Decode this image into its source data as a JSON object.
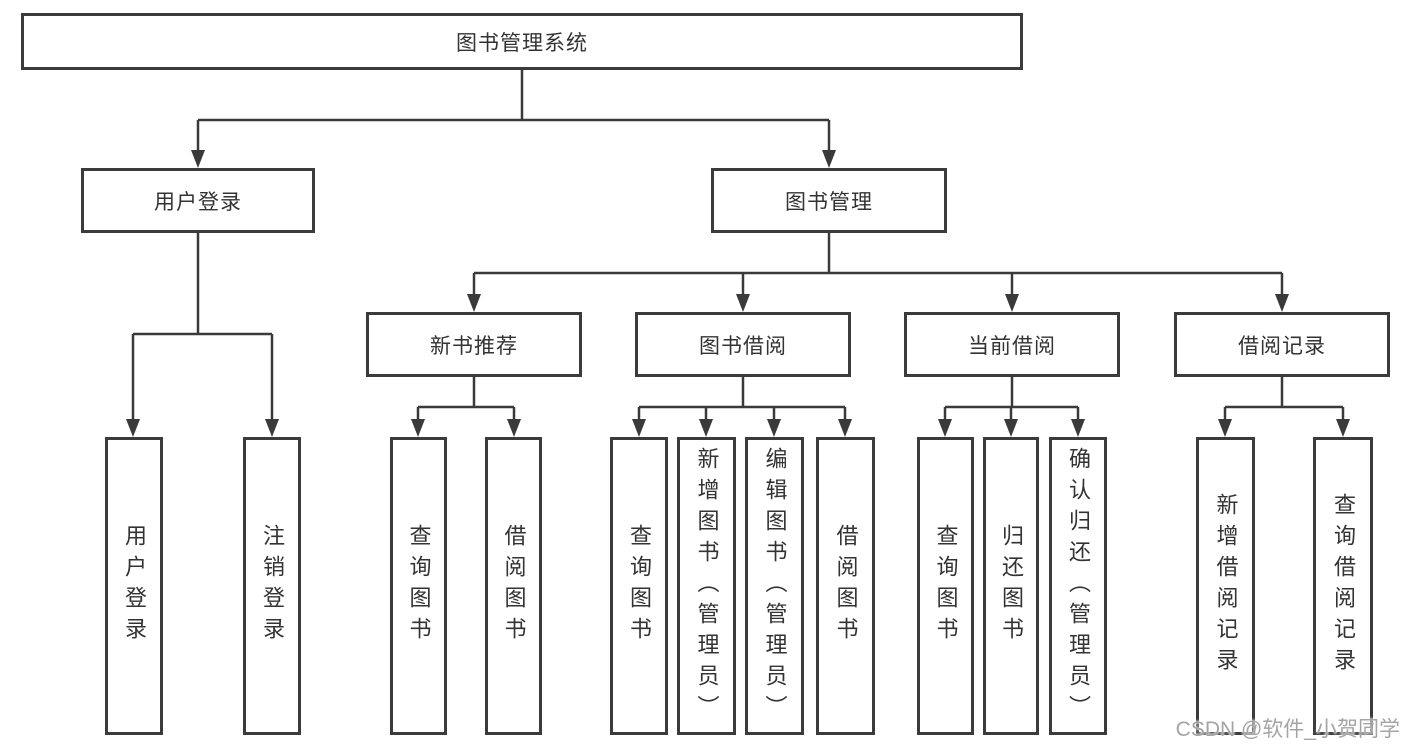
{
  "diagram_title": "图书管理系统",
  "nodes": {
    "root": {
      "label": "图书管理系统"
    },
    "user_login": {
      "label": "用户登录"
    },
    "book_management": {
      "label": "图书管理"
    },
    "new_book_recommend": {
      "label": "新书推荐"
    },
    "book_borrow": {
      "label": "图书借阅"
    },
    "current_borrow": {
      "label": "当前借阅"
    },
    "borrow_records": {
      "label": "借阅记录"
    },
    "leaf_user_login": {
      "label": "用户登录"
    },
    "leaf_logout": {
      "label": "注销登录"
    },
    "leaf_recommend_query_books": {
      "label": "查询图书"
    },
    "leaf_recommend_borrow_books": {
      "label": "借阅图书"
    },
    "leaf_borrow_query_books": {
      "label": "查询图书"
    },
    "leaf_borrow_add_books": {
      "label": "新增图书（管理员）"
    },
    "leaf_borrow_edit_books": {
      "label": "编辑图书（管理员）"
    },
    "leaf_borrow_borrow_books": {
      "label": "借阅图书"
    },
    "leaf_current_query_books": {
      "label": "查询图书"
    },
    "leaf_current_return_books": {
      "label": "归还图书"
    },
    "leaf_current_confirm_return": {
      "label": "确认归还（管理员）"
    },
    "leaf_records_add_record": {
      "label": "新增借阅记录"
    },
    "leaf_records_query_record": {
      "label": "查询借阅记录"
    }
  },
  "watermark": {
    "text": "CSDN @软件_小贺同学"
  },
  "colors": {
    "line": "#3a3a3a",
    "box_border": "#3b3b3b",
    "text": "#333333",
    "watermark": "#a4a4a4",
    "background": "#ffffff"
  }
}
